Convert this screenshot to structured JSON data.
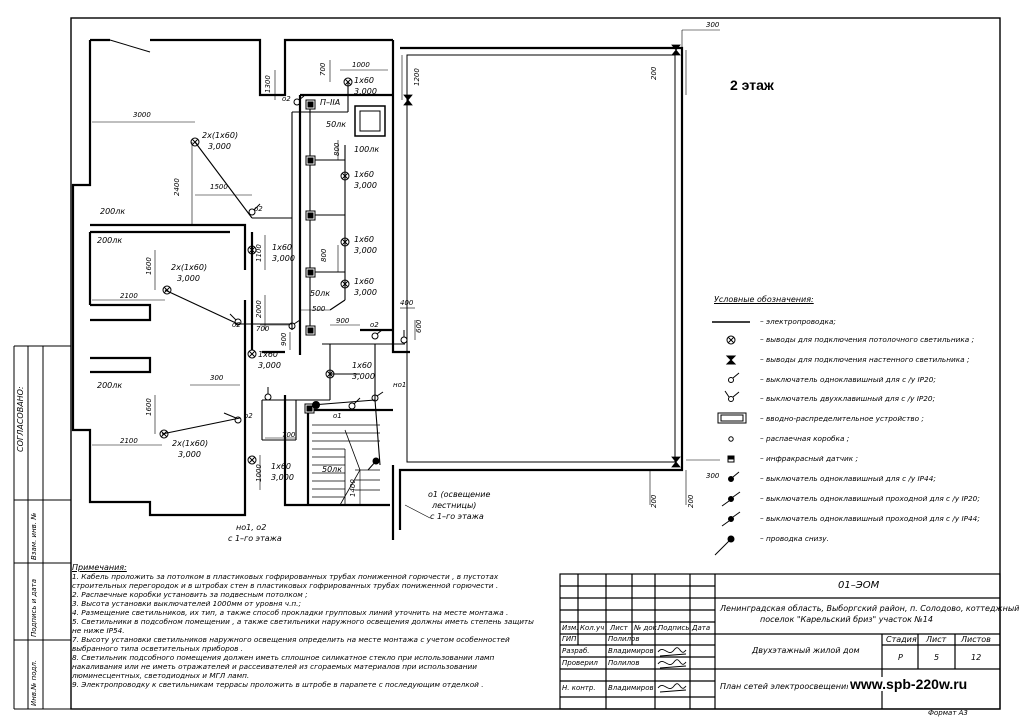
{
  "floor_label": "2 этаж",
  "stamp_left": "СОГЛАСОВАНО:",
  "side_columns": [
    "Инв.№ подл.",
    "Подпись и дата",
    "Взам. инв. №"
  ],
  "rooms_lux": [
    "200лк",
    "200лк",
    "200лк",
    "50лк",
    "100лк",
    "50лк",
    "50лк"
  ],
  "fixtures": [
    {
      "name": "2х(1х60)",
      "h": "3,000"
    },
    {
      "name": "2х(1х60)",
      "h": "3,000"
    },
    {
      "name": "2х(1х60)",
      "h": "3,000"
    },
    {
      "name": "1х60",
      "h": "3,000"
    },
    {
      "name": "1х60",
      "h": "3,000"
    },
    {
      "name": "1х60",
      "h": "3,000"
    },
    {
      "name": "1х60",
      "h": "3,000"
    },
    {
      "name": "1х60",
      "h": "3,000"
    },
    {
      "name": "1х60",
      "h": "3,000"
    },
    {
      "name": "1х60",
      "h": "3,000"
    },
    {
      "name": "1х60",
      "h": "3,000"
    }
  ],
  "dims": [
    "3000",
    "2400",
    "1500",
    "1600",
    "2100",
    "1600",
    "2100",
    "300",
    "1300",
    "700",
    "1000",
    "800",
    "800",
    "1100",
    "2000",
    "700",
    "900",
    "500",
    "900",
    "400",
    "600",
    "700",
    "1000",
    "1400",
    "1200",
    "300",
    "200",
    "200",
    "300",
    "200"
  ],
  "marks": {
    "switchboard": "П–IIА",
    "o2": "о2",
    "o1": "о1",
    "no1": "но1",
    "no1o2": "но1, о2",
    "from_floor1": "с 1–го этажа",
    "o1_note": "о1 (освещение",
    "o1_note2": "лестницы)",
    "o1_note3": "с 1–го этажа"
  },
  "legend": {
    "title": "Условные обозначения:",
    "items": [
      "– электропроводка;",
      "– выводы для подключения потолочного светильника ;",
      "– выводы для подключения настенного светильника ;",
      "– выключатель одноклавишный для с /у IP20;",
      "– выключатель двухклавишный для с /у IP20;",
      "– вводно-распределительное устройство ;",
      "– распаечная коробка ;",
      "– инфракрасный датчик ;",
      "– выключатель одноклавишный для с /у IP44;",
      "– выключатель одноклавишный проходной для с /у IP20;",
      "– выключатель одноклавишный проходной для с /у IP44;",
      "– проводка снизу."
    ]
  },
  "notes": {
    "title": "Примечания:",
    "lines": [
      "1. Кабель проложить за потолком в пластиковых гофрированных трубах пониженной горючести  , в пустотах",
      "строительных перегородок и в штробах стен в пластиковых гофрированных трубах пониженной горючести  .",
      "2. Распаечные коробки установить за подвесным потолком ;",
      "3. Высота установки выключателей 1000мм от уровня ч.п.;",
      "4. Размещение светильников, их тип, а также способ прокладки групповых линий уточнить на месте монтажа .",
      "5. Светильники в подсобном помещении , а также светильники наружного освещения должны иметь степень защиты",
      "не ниже IP54.",
      "7. Высоту установки светильников наружного освещения определить на месте монтажа с учетом особенностей",
      "выбранного типа осветительных приборов .",
      "8. Светильник подсобного помещения должен иметь сплошное силикатное стекло при использовании ламп",
      "накаливания или не иметь отражателей и рассеивателей из сгораемых материалов при использовании",
      "люминесцентных, светодиодных и МГЛ ламп.",
      "9. Электропроводку к светильникам террасы проложить в штробе в парапете с последующим отделкой  ."
    ]
  },
  "title_block": {
    "code": "01–ЭОМ",
    "location": "Ленинградская область, Выборгский район, п. Солодово, коттеджный",
    "location2": "поселок \"Карельский бриз\" участок №14",
    "col_headers": [
      "Изм.",
      "Кол.уч",
      "Лист",
      "№ док.",
      "Подпись",
      "Дата"
    ],
    "roles": [
      {
        "role": "ГИП",
        "name": "Полилов"
      },
      {
        "role": "Разраб.",
        "name": "Владимиров"
      },
      {
        "role": "Проверил",
        "name": "Полилов"
      },
      {
        "role": "",
        "name": ""
      },
      {
        "role": "Н. контр.",
        "name": "Владимиров"
      }
    ],
    "object": "Двухэтажный жилой дом",
    "stage_h": "Стадия",
    "sheet_h": "Лист",
    "sheets_h": "Листов",
    "stage": "Р",
    "sheet": "5",
    "sheets": "12",
    "drawing": "План сетей электроосвещения  2",
    "website": "www.spb-220w.ru",
    "format": "Формат А3"
  }
}
